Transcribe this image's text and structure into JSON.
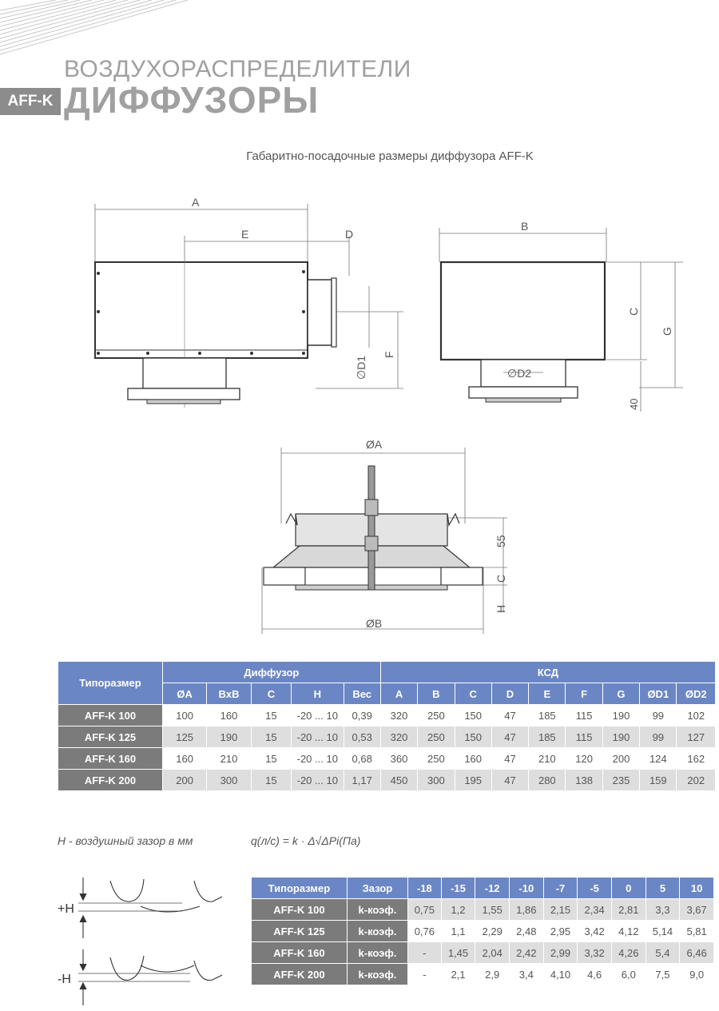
{
  "header": {
    "badge": "AFF-K",
    "category": "ВОЗДУХОРАСПРЕДЕЛИТЕЛИ",
    "subcategory": "ДИФФУЗОРЫ",
    "accent_color": "#6b86c4",
    "row_label_color": "#7b7b7b",
    "logo_color": "#a0a0a0"
  },
  "doc_title": "Габаритно-посадочные размеры диффузора AFF-K",
  "drawings": {
    "side": {
      "A": "A",
      "E": "E",
      "D": "D",
      "D1": "∅D1",
      "F": "F"
    },
    "front": {
      "B": "B",
      "C": "C",
      "G": "G",
      "D2": "∅D2",
      "d40": "40"
    },
    "diffuser": {
      "OA": "ØA",
      "OB": "ØB",
      "d55": "55",
      "C": "C",
      "H": "H"
    },
    "gap": {
      "plus": "+H",
      "minus": "-H"
    }
  },
  "table1": {
    "col_type": "Типоразмер",
    "group_diffuser": "Диффузор",
    "group_ksd": "КСД",
    "cols": [
      "ØA",
      "BxB",
      "C",
      "H",
      "Вес",
      "A",
      "B",
      "C",
      "D",
      "E",
      "F",
      "G",
      "ØD1",
      "ØD2"
    ],
    "rows": [
      {
        "name": "AFF-K 100",
        "values": [
          "100",
          "160",
          "15",
          "-20 ... 10",
          "0,39",
          "320",
          "250",
          "150",
          "47",
          "185",
          "115",
          "190",
          "99",
          "102"
        ]
      },
      {
        "name": "AFF-K 125",
        "values": [
          "125",
          "190",
          "15",
          "-20 ... 10",
          "0,53",
          "320",
          "250",
          "150",
          "47",
          "185",
          "115",
          "190",
          "99",
          "127"
        ]
      },
      {
        "name": "AFF-K 160",
        "values": [
          "160",
          "210",
          "15",
          "-20 ... 10",
          "0,68",
          "360",
          "250",
          "160",
          "47",
          "210",
          "120",
          "200",
          "124",
          "162"
        ]
      },
      {
        "name": "AFF-K 200",
        "values": [
          "200",
          "300",
          "15",
          "-20 ... 10",
          "1,17",
          "450",
          "300",
          "195",
          "47",
          "280",
          "138",
          "235",
          "159",
          "202"
        ]
      }
    ]
  },
  "note": "H - воздушный зазор в мм",
  "formula": "q(л/с) = k · Δ√ΔPi(Па)",
  "table2": {
    "col_type": "Типоразмер",
    "col_gap": "Зазор",
    "cols": [
      "-18",
      "-15",
      "-12",
      "-10",
      "-7",
      "-5",
      "0",
      "5",
      "10"
    ],
    "rows": [
      {
        "name": "AFF-K 100",
        "label": "k-коэф.",
        "values": [
          "0,75",
          "1,2",
          "1,55",
          "1,86",
          "2,15",
          "2,34",
          "2,81",
          "3,3",
          "3,67"
        ]
      },
      {
        "name": "AFF-K 125",
        "label": "k-коэф.",
        "values": [
          "0,76",
          "1,1",
          "2,29",
          "2,48",
          "2,95",
          "3,42",
          "4,12",
          "5,14",
          "5,81"
        ]
      },
      {
        "name": "AFF-K 160",
        "label": "k-коэф.",
        "values": [
          "-",
          "1,45",
          "2,04",
          "2,42",
          "2,99",
          "3,32",
          "4,26",
          "5,4",
          "6,46"
        ]
      },
      {
        "name": "AFF-K 200",
        "label": "k-коэф.",
        "values": [
          "-",
          "2,1",
          "2,9",
          "3,4",
          "4,10",
          "4,6",
          "6,0",
          "7,5",
          "9,0"
        ]
      }
    ]
  }
}
